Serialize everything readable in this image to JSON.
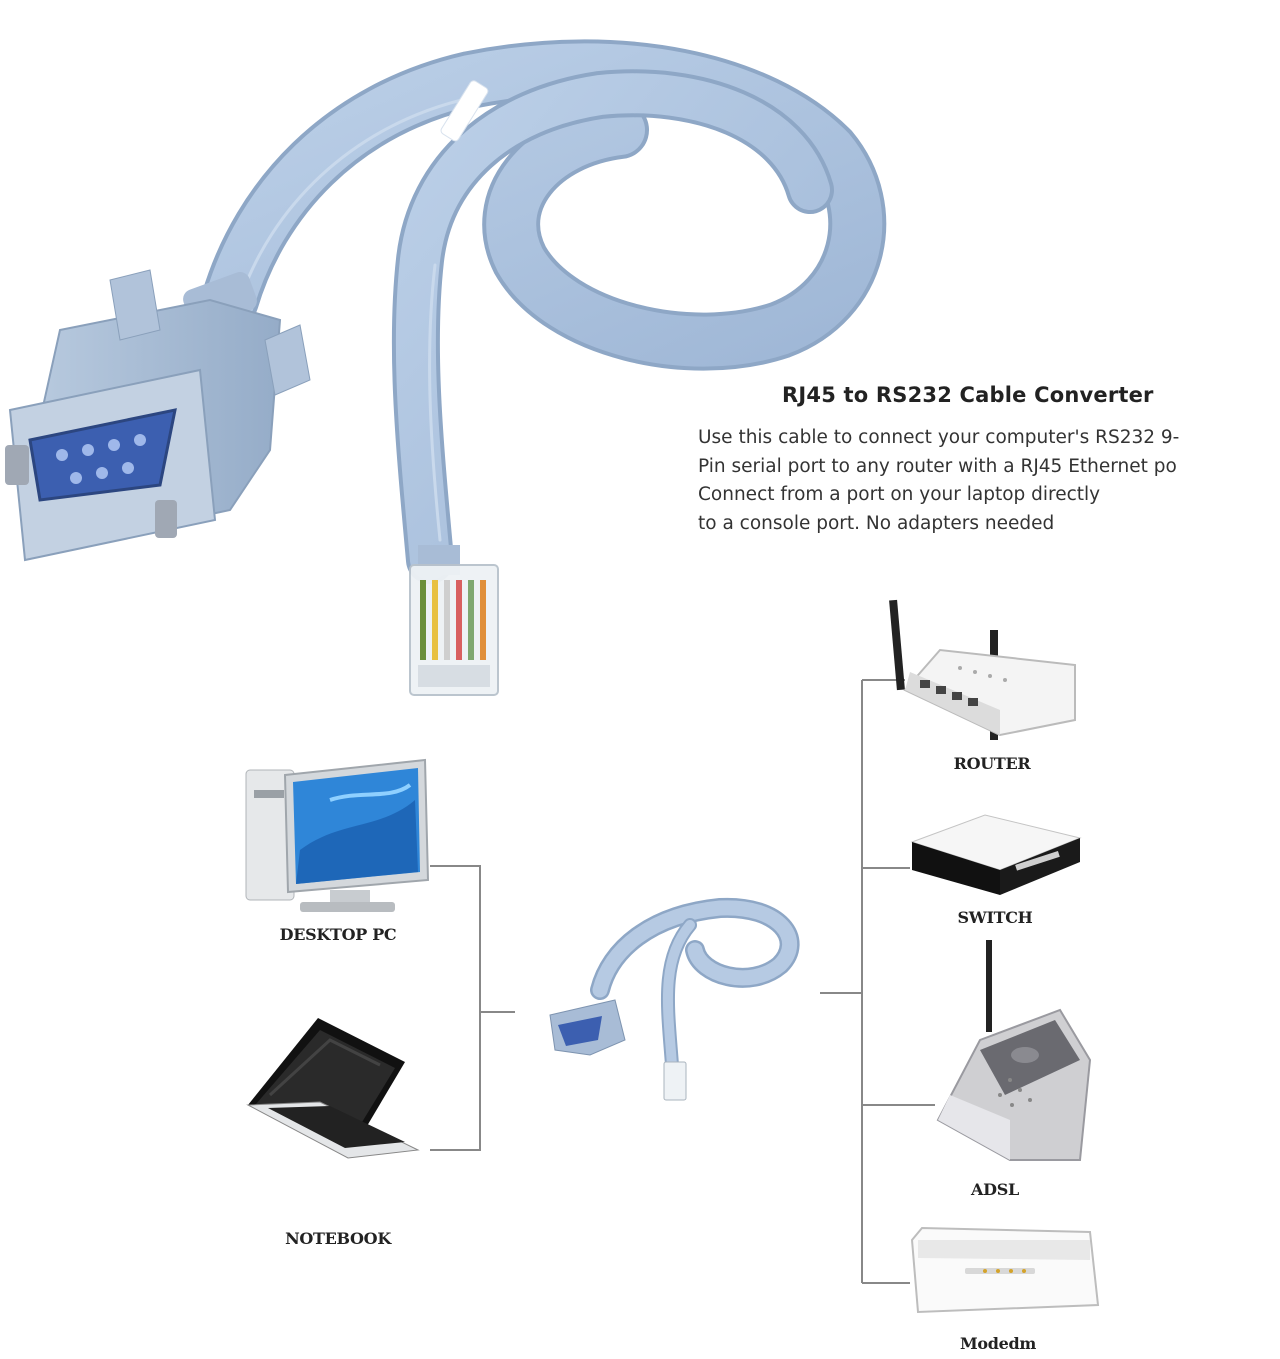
{
  "product": {
    "title": "RJ45 to RS232 Cable Converter",
    "description_lines": [
      "Use this cable to connect your computer's RS232 9-",
      "Pin serial port to any router with a RJ45 Ethernet po",
      "Connect from a port on your laptop directly",
      "to a console port. No adapters needed"
    ]
  },
  "diagram": {
    "left_devices": [
      {
        "label": "DESKTOP PC",
        "icon": "desktop-pc-icon"
      },
      {
        "label": "NOTEBOOK",
        "icon": "notebook-icon"
      }
    ],
    "center": {
      "icon": "cable-icon"
    },
    "right_devices": [
      {
        "label": "ROUTER",
        "icon": "router-icon"
      },
      {
        "label": "SWITCH",
        "icon": "switch-icon"
      },
      {
        "label": "ADSL",
        "icon": "adsl-modem-icon"
      },
      {
        "label": "Modedm",
        "icon": "modem-icon"
      }
    ]
  },
  "colors": {
    "cable": "#a9c0dc",
    "cable_shadow": "#8ea7c6",
    "connector_blue": "#4a6fc4",
    "line": "#888888"
  }
}
